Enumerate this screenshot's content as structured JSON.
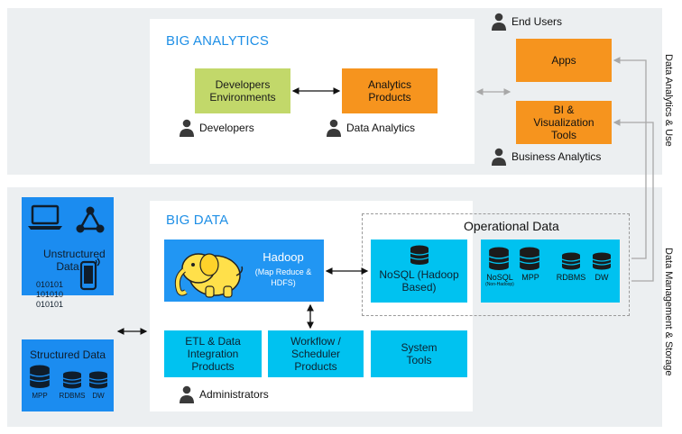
{
  "top": {
    "title": "BIG ANALYTICS",
    "dev_env": "Developers Environments",
    "analytics_products": "Analytics Products",
    "developers": "Developers",
    "data_analytics": "Data Analytics",
    "end_users": "End Users",
    "apps": "Apps",
    "bi_tools": "BI & Visualization Tools",
    "business_analytics": "Business Analytics",
    "side_label": "Data Analytics & Use"
  },
  "bottom": {
    "title": "BIG DATA",
    "hadoop_title": "Hadoop",
    "hadoop_sub": "(Map Reduce & HDFS)",
    "operational_data": "Operational Data",
    "nosql_hadoop": "NoSQL (Hadoop Based)",
    "ops_nosql": "NoSQL",
    "ops_nosql_sub": "(Non-Hadoop)",
    "ops_mpp": "MPP",
    "ops_rdbms": "RDBMS",
    "ops_dw": "DW",
    "etl": "ETL & Data Integration Products",
    "workflow": "Workflow / Scheduler Products",
    "system_tools": "System Tools",
    "administrators": "Administrators",
    "unstructured_title": "Unstructured Data",
    "binary_lines": [
      "010101",
      "101010",
      "010101"
    ],
    "structured_title": "Structured Data",
    "st_mpp": "MPP",
    "st_rdbms": "RDBMS",
    "st_dw": "DW",
    "side_label": "Data Management & Storage"
  },
  "colors": {
    "accent_blue": "#1e8fe6",
    "green": "#c2d86a",
    "orange": "#f6941e",
    "cyan": "#00c2f0",
    "blue": "#2196f3"
  }
}
